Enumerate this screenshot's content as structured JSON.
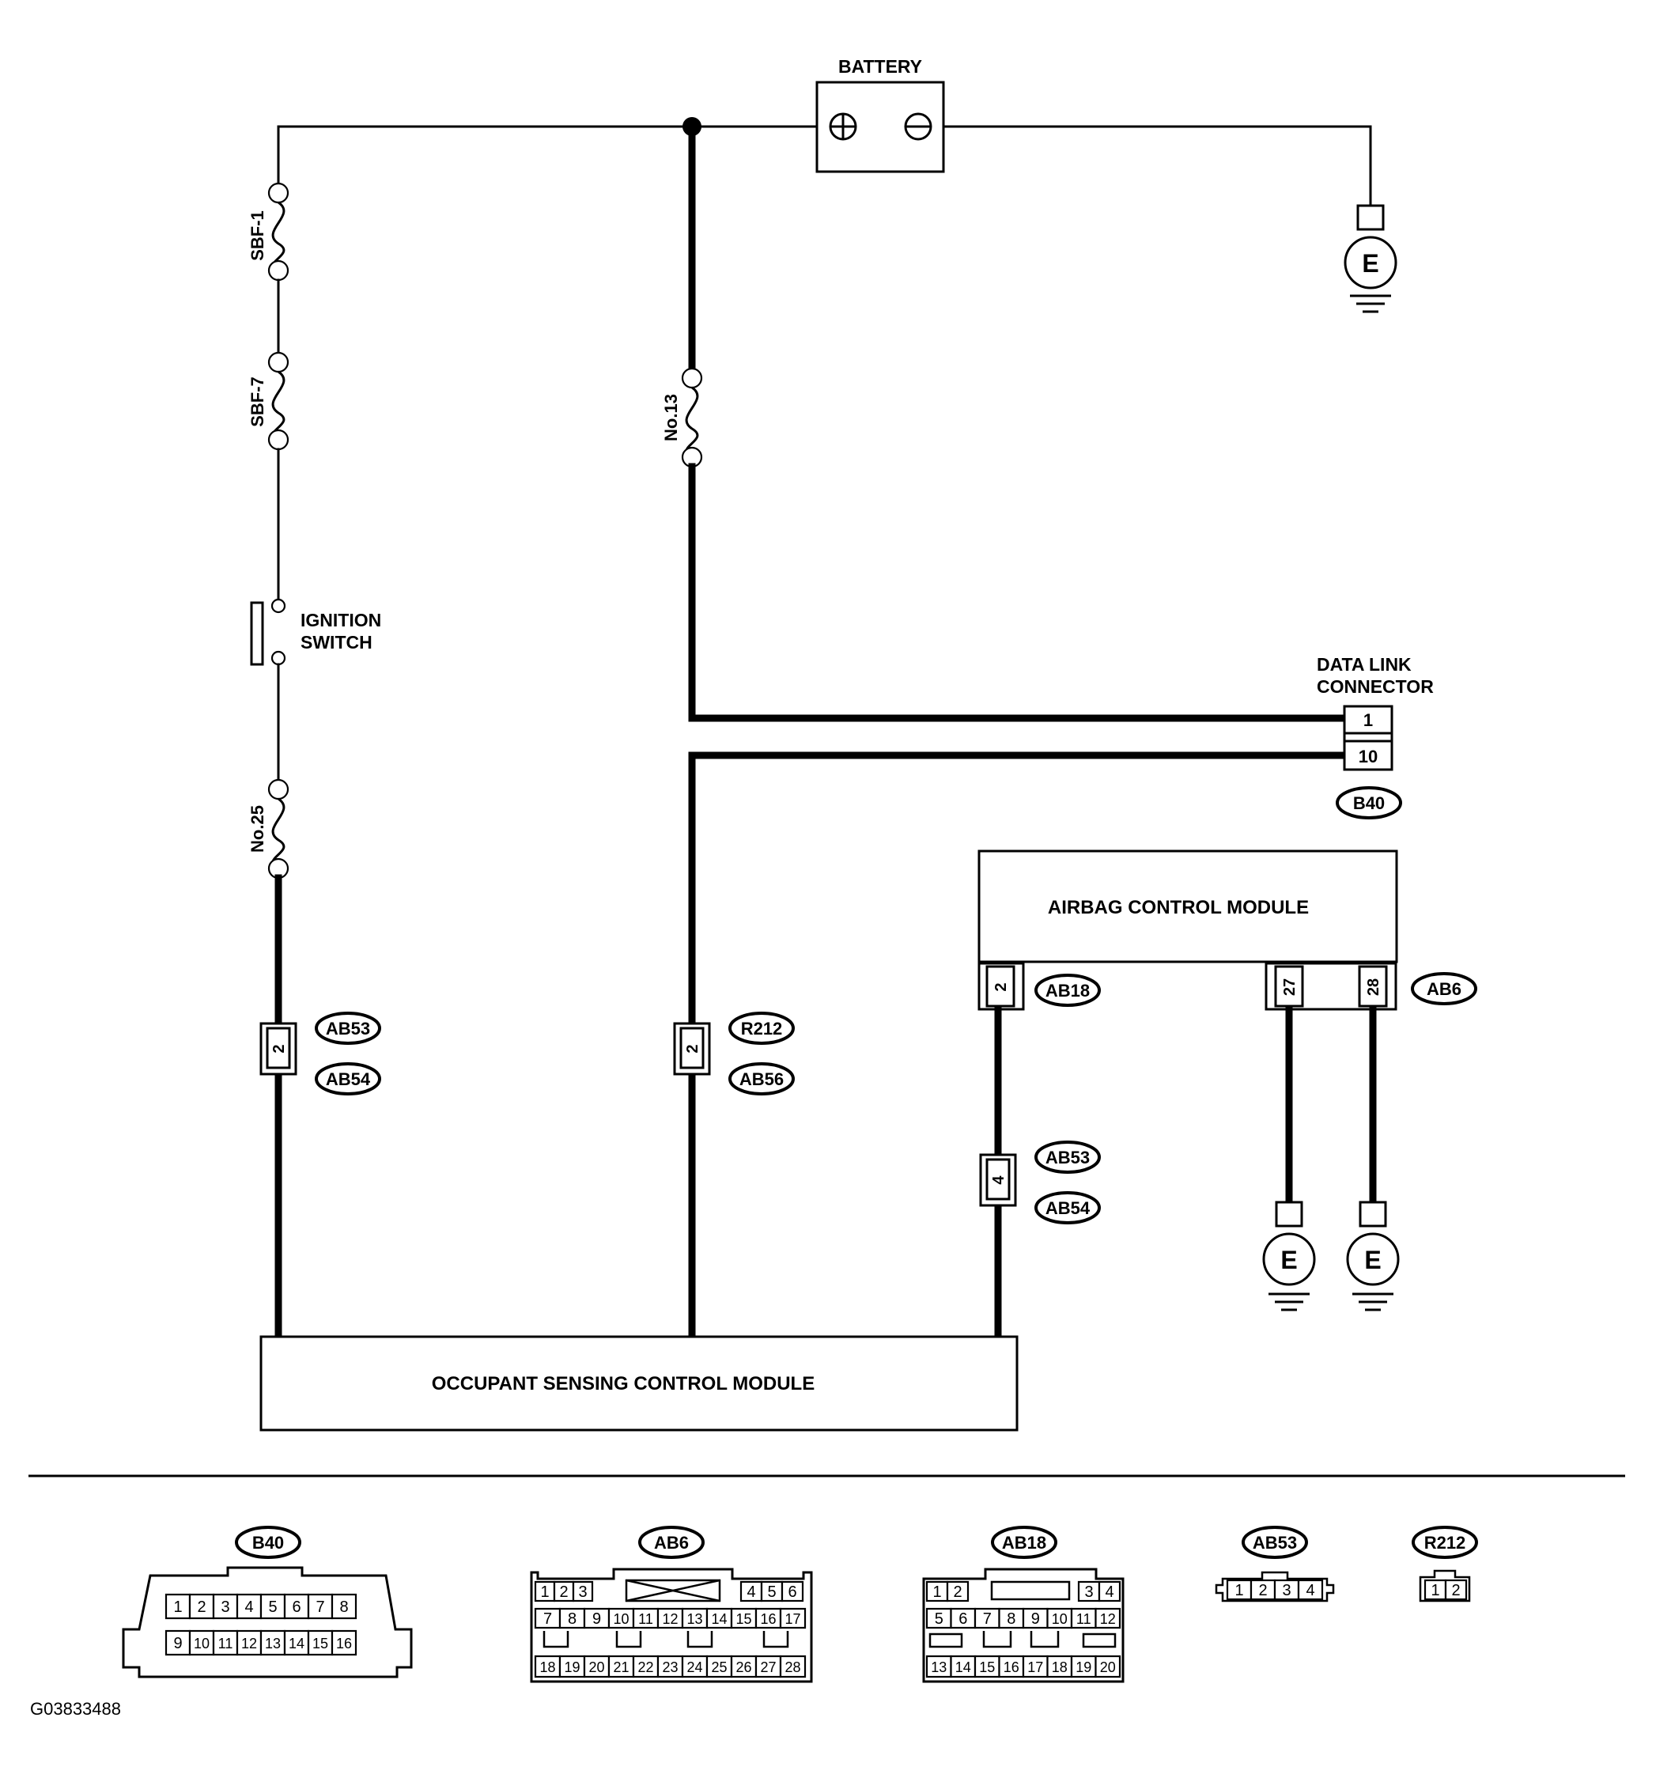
{
  "diagram": {
    "battery": {
      "label": "BATTERY",
      "pos_symbol": "⊕",
      "neg_symbol": "⊖"
    },
    "fuses": {
      "sbf1": "SBF-1",
      "sbf7": "SBF-7",
      "no13": "No.13",
      "no25": "No.25"
    },
    "ignition_switch": {
      "line1": "IGNITION",
      "line2": "SWITCH"
    },
    "data_link_connector": {
      "line1": "DATA LINK",
      "line2": "CONNECTOR",
      "pin_top": "1",
      "pin_bottom": "10",
      "badge": "B40"
    },
    "airbag_module": {
      "label": "AIRBAG CONTROL MODULE",
      "pin_left": "2",
      "badge_left": "AB18",
      "pin_mid": "27",
      "pin_right": "28",
      "badge_right": "AB6"
    },
    "occupant_module": {
      "label": "OCCUPANT SENSING CONTROL MODULE"
    },
    "connectors": {
      "left": {
        "pin": "2",
        "badge_top": "AB53",
        "badge_bottom": "AB54"
      },
      "middle": {
        "pin": "2",
        "badge_top": "R212",
        "badge_bottom": "AB56"
      },
      "right": {
        "pin": "4",
        "badge_top": "AB53",
        "badge_bottom": "AB54"
      }
    },
    "ground_symbol": "E"
  },
  "connector_views": {
    "b40": {
      "badge": "B40",
      "row1": [
        "1",
        "2",
        "3",
        "4",
        "5",
        "6",
        "7",
        "8"
      ],
      "row2": [
        "9",
        "10",
        "11",
        "12",
        "13",
        "14",
        "15",
        "16"
      ]
    },
    "ab6": {
      "badge": "AB6",
      "row1_left": [
        "1",
        "2",
        "3"
      ],
      "row1_right": [
        "4",
        "5",
        "6"
      ],
      "row2": [
        "7",
        "8",
        "9",
        "10",
        "11",
        "12",
        "13",
        "14",
        "15",
        "16",
        "17"
      ],
      "row3": [
        "18",
        "19",
        "20",
        "21",
        "22",
        "23",
        "24",
        "25",
        "26",
        "27",
        "28"
      ]
    },
    "ab18": {
      "badge": "AB18",
      "row1_left": [
        "1",
        "2"
      ],
      "row1_right": [
        "3",
        "4"
      ],
      "row2": [
        "5",
        "6",
        "7",
        "8",
        "9",
        "10",
        "11",
        "12"
      ],
      "row3": [
        "13",
        "14",
        "15",
        "16",
        "17",
        "18",
        "19",
        "20"
      ]
    },
    "ab53": {
      "badge": "AB53",
      "pins": [
        "1",
        "2",
        "3",
        "4"
      ]
    },
    "r212": {
      "badge": "R212",
      "pins": [
        "1",
        "2"
      ]
    }
  },
  "figure_code": "G03833488"
}
